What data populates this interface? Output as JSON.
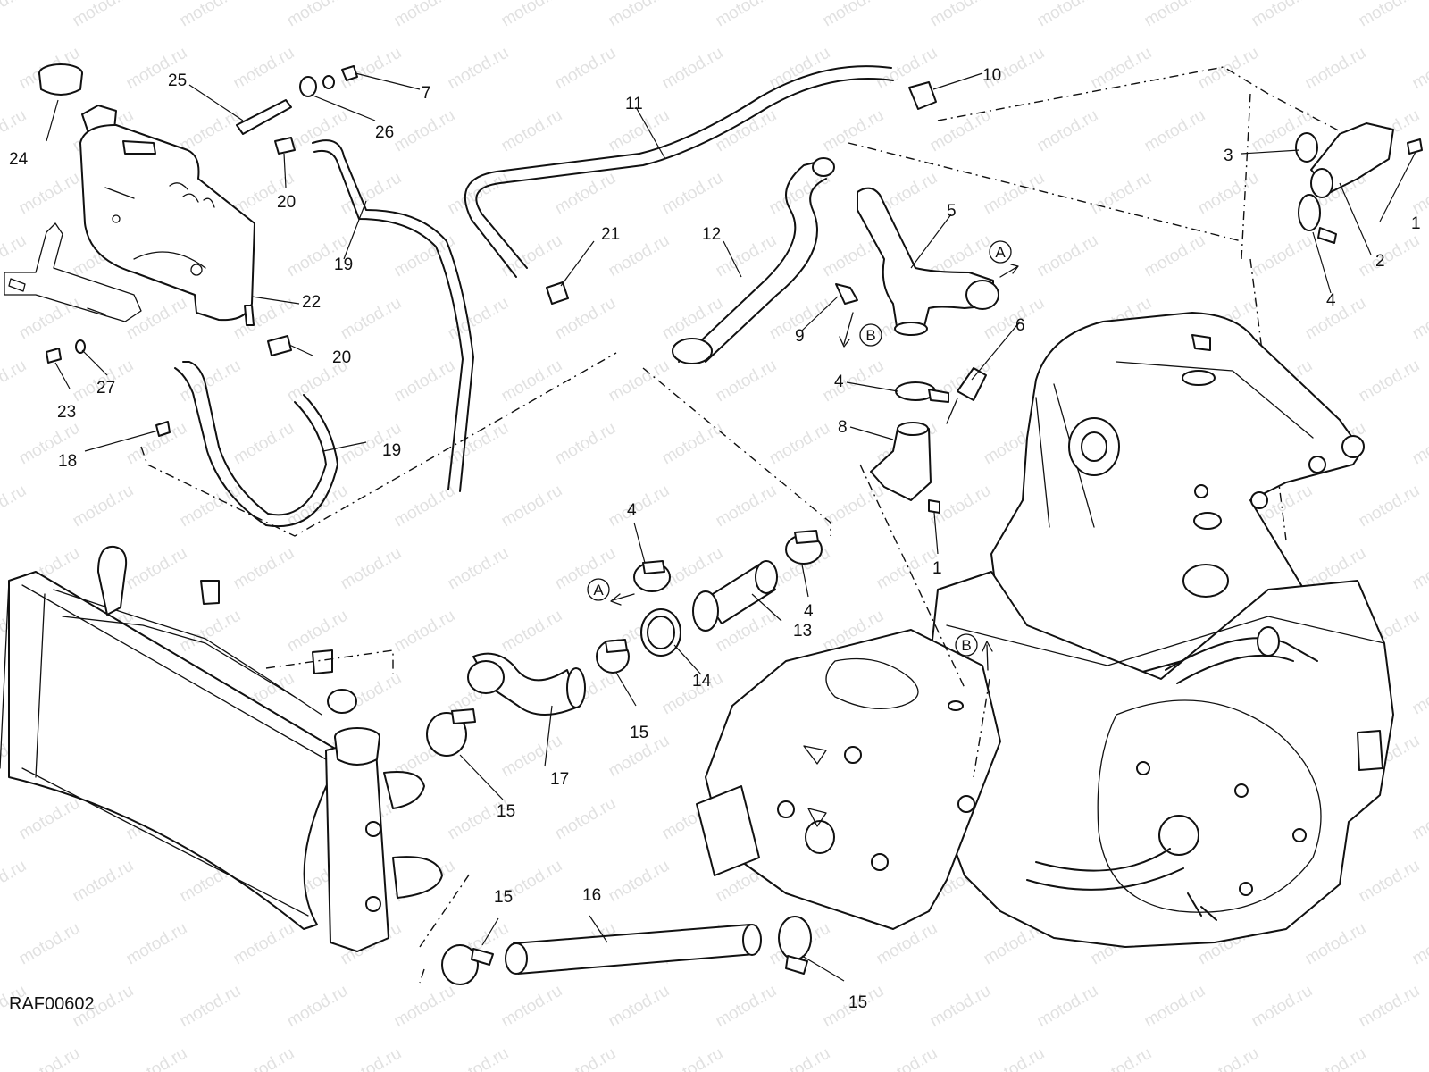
{
  "watermark": "motod.ru",
  "drawing_code": "RAF00602",
  "callouts": [
    {
      "label": "1"
    },
    {
      "label": "2"
    },
    {
      "label": "3"
    },
    {
      "label": "4"
    },
    {
      "label": "5"
    },
    {
      "label": "6"
    },
    {
      "label": "7"
    },
    {
      "label": "8"
    },
    {
      "label": "9"
    },
    {
      "label": "10"
    },
    {
      "label": "11"
    },
    {
      "label": "12"
    },
    {
      "label": "13"
    },
    {
      "label": "14"
    },
    {
      "label": "15"
    },
    {
      "label": "16"
    },
    {
      "label": "17"
    },
    {
      "label": "18"
    },
    {
      "label": "19"
    },
    {
      "label": "20"
    },
    {
      "label": "21"
    },
    {
      "label": "22"
    },
    {
      "label": "23"
    },
    {
      "label": "24"
    },
    {
      "label": "25"
    },
    {
      "label": "26"
    },
    {
      "label": "27"
    }
  ],
  "connection_markers": [
    "A",
    "B"
  ]
}
